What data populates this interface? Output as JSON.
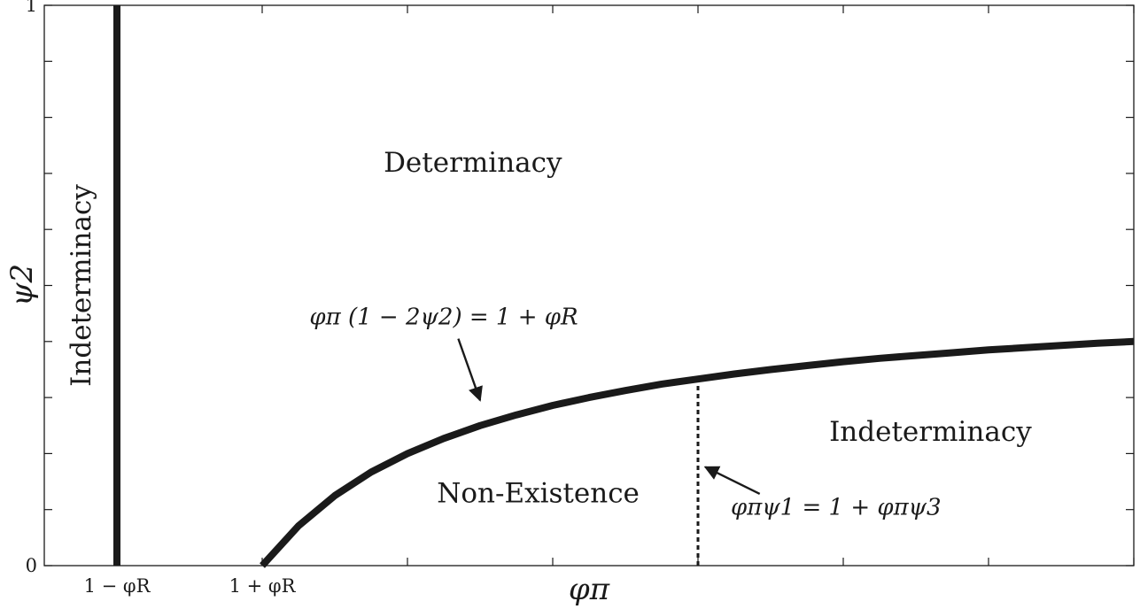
{
  "chart_data": {
    "type": "line",
    "title": "",
    "xlabel": "φπ",
    "ylabel": "ψ2",
    "xlim": [
      0,
      15
    ],
    "ylim": [
      0,
      1
    ],
    "grid": false,
    "legend": "none",
    "x_ticks": [
      1,
      3,
      5,
      7,
      9,
      11,
      13,
      15
    ],
    "x_tick_labels": [
      {
        "x": 1,
        "text": "1 − φR"
      },
      {
        "x": 3,
        "text": "1 + φR"
      }
    ],
    "y_ticks": [
      0,
      0.1,
      0.2,
      0.3,
      0.4,
      0.5,
      0.6,
      0.7,
      0.8,
      0.9,
      1
    ],
    "y_tick_labels": [
      {
        "y": 0,
        "text": "0"
      },
      {
        "y": 1,
        "text": "1"
      }
    ],
    "series": [
      {
        "kind": "vertical-line",
        "style": "solid",
        "x": 1,
        "y_range": [
          0,
          1
        ]
      },
      {
        "kind": "curve",
        "style": "solid",
        "equation": "φπ (1 − 2ψ2) = 1 + φR",
        "points": [
          [
            3,
            0
          ],
          [
            3.5,
            0.071
          ],
          [
            4,
            0.125
          ],
          [
            4.5,
            0.167
          ],
          [
            5,
            0.2
          ],
          [
            5.5,
            0.227
          ],
          [
            6,
            0.25
          ],
          [
            6.5,
            0.269
          ],
          [
            7,
            0.286
          ],
          [
            7.5,
            0.3
          ],
          [
            8,
            0.3125
          ],
          [
            8.5,
            0.324
          ],
          [
            9,
            0.333
          ],
          [
            9.5,
            0.342
          ],
          [
            10,
            0.35
          ],
          [
            10.5,
            0.357
          ],
          [
            11,
            0.364
          ],
          [
            11.5,
            0.37
          ],
          [
            12,
            0.375
          ],
          [
            12.5,
            0.38
          ],
          [
            13,
            0.385
          ],
          [
            13.5,
            0.389
          ],
          [
            14,
            0.393
          ],
          [
            14.5,
            0.397
          ],
          [
            15,
            0.4
          ]
        ]
      },
      {
        "kind": "vertical-line",
        "style": "dotted",
        "equation": "φπψ1 = 1 + φπψ3",
        "x": 9,
        "y_range": [
          0,
          0.333
        ]
      }
    ],
    "regions": [
      {
        "text": "Determinacy",
        "x": 5.9,
        "y": 0.72
      },
      {
        "text": "Indeterminacy",
        "x": 0.5,
        "y": 0.5,
        "rotated": true
      },
      {
        "text": "Indeterminacy",
        "x": 12.2,
        "y": 0.24
      },
      {
        "text": "Non-Existence",
        "x": 6.8,
        "y": 0.13
      }
    ],
    "annotations": [
      {
        "text": "φπ (1 − 2ψ2) = 1 + φR",
        "text_at": [
          5.5,
          0.445
        ],
        "arrow_from": [
          5.7,
          0.405
        ],
        "arrow_to": [
          6.0,
          0.295
        ]
      },
      {
        "text": "φπψ1 = 1 + φπψ3",
        "text_at": [
          10.9,
          0.105
        ],
        "arrow_from": [
          9.85,
          0.128
        ],
        "arrow_to": [
          9.1,
          0.176
        ]
      }
    ]
  }
}
